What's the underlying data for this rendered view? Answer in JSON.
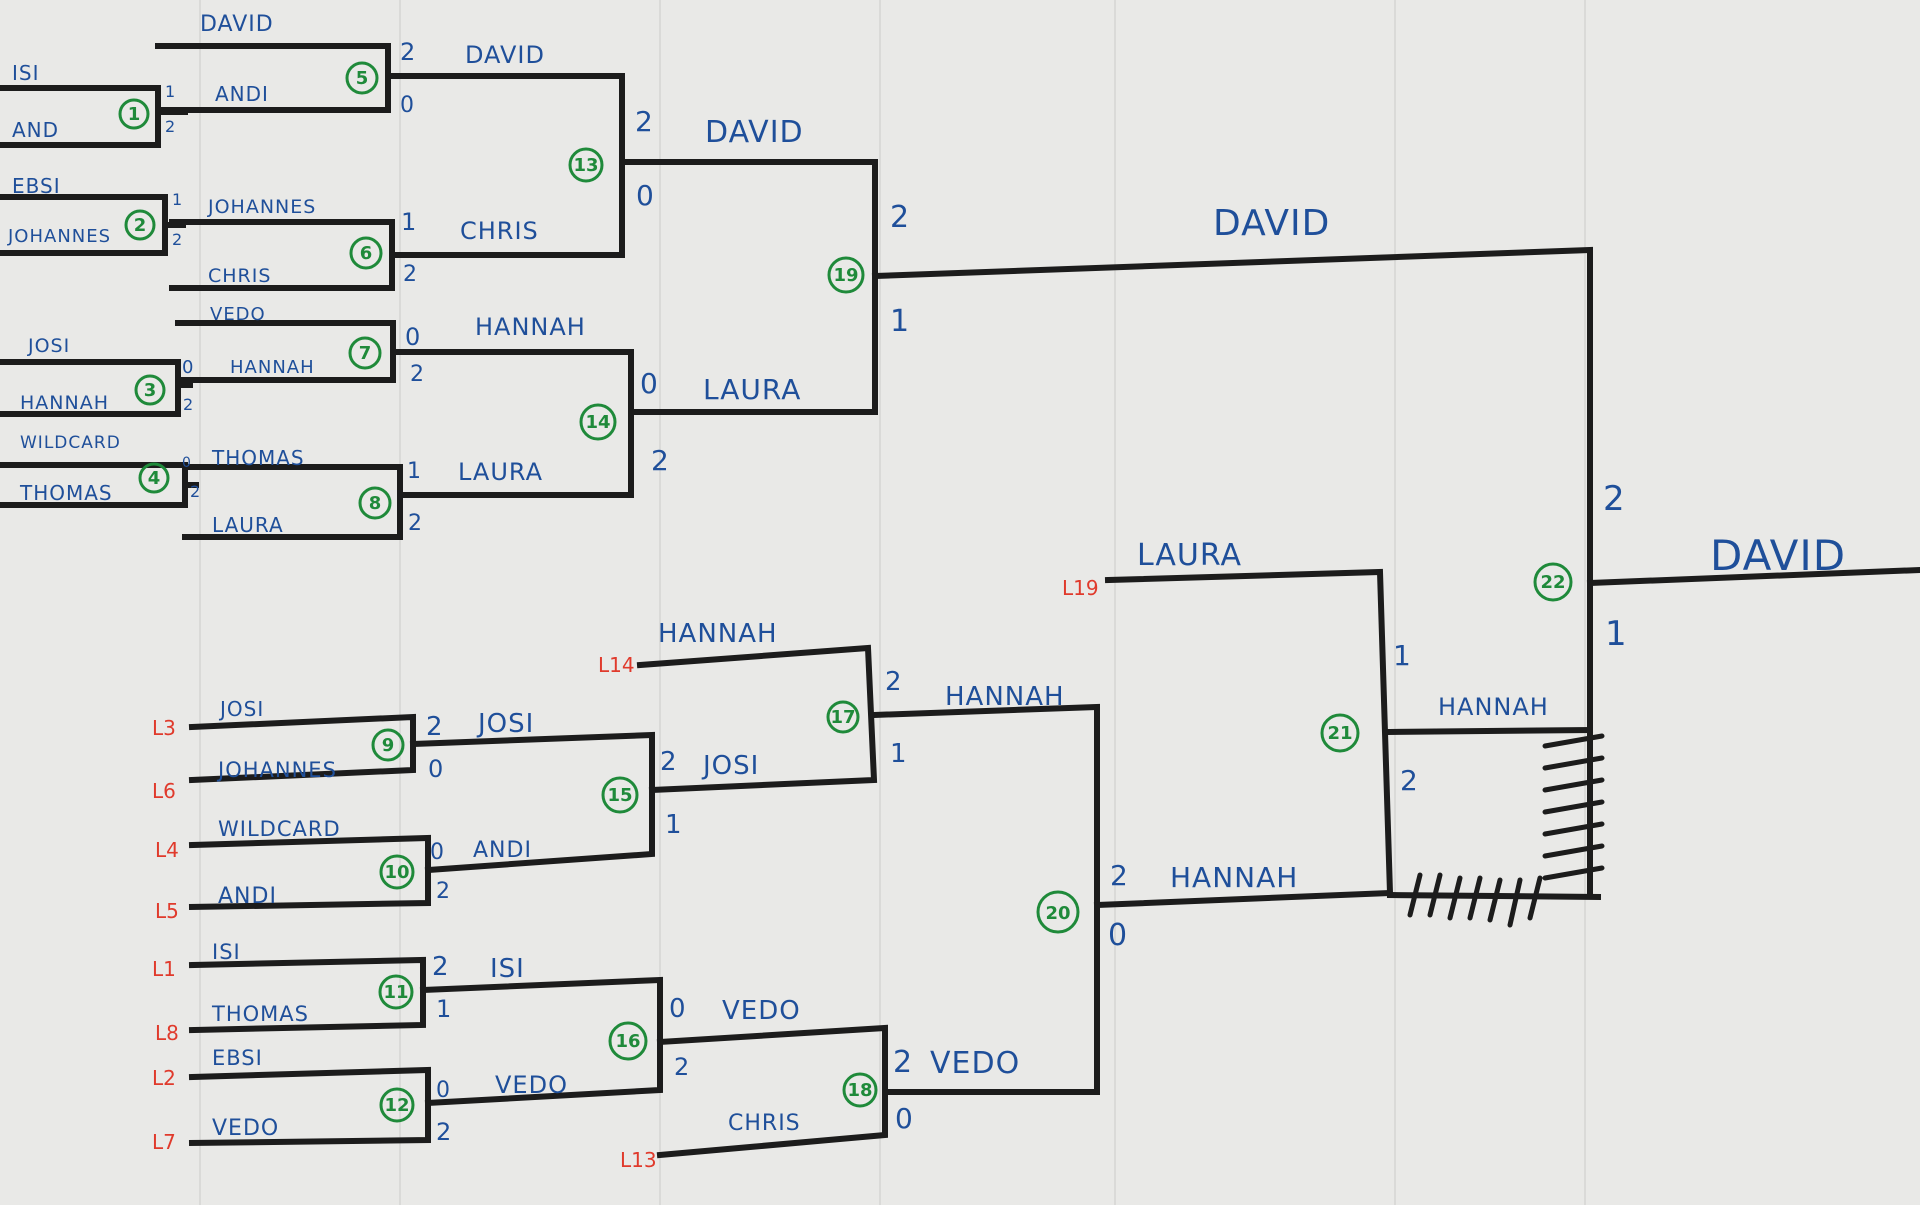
{
  "colors": {
    "line": "#1c1c1c",
    "names": "#1f4f9a",
    "match_numbers": "#1f8a3a",
    "loser_refs": "#e03a2c",
    "paper": "#e9e9e7"
  },
  "names": [
    {
      "text": "DAVID"
    },
    {
      "text": "ISI"
    },
    {
      "text": "ANDI"
    },
    {
      "text": "AND"
    },
    {
      "text": "DAVID"
    },
    {
      "text": "EBSI"
    },
    {
      "text": "JOHANNES"
    },
    {
      "text": "JOHANNES"
    },
    {
      "text": "CHRIS"
    },
    {
      "text": "CHRIS"
    },
    {
      "text": "VEDO"
    },
    {
      "text": "JOSI"
    },
    {
      "text": "HANNAH"
    },
    {
      "text": "HANNAH"
    },
    {
      "text": "HANNAH"
    },
    {
      "text": "WILDCARD"
    },
    {
      "text": "THOMAS"
    },
    {
      "text": "THOMAS"
    },
    {
      "text": "LAURA"
    },
    {
      "text": "LAURA"
    },
    {
      "text": "DAVID"
    },
    {
      "text": "LAURA"
    },
    {
      "text": "DAVID"
    },
    {
      "text": "DAVID"
    },
    {
      "text": "HANNAH"
    },
    {
      "text": "JOSI"
    },
    {
      "text": "JOSI"
    },
    {
      "text": "JOHANNES"
    },
    {
      "text": "JOSI"
    },
    {
      "text": "HANNAH"
    },
    {
      "text": "WILDCARD"
    },
    {
      "text": "ANDI"
    },
    {
      "text": "ANDI"
    },
    {
      "text": "ISI"
    },
    {
      "text": "ISI"
    },
    {
      "text": "THOMAS"
    },
    {
      "text": "EBSI"
    },
    {
      "text": "VEDO"
    },
    {
      "text": "VEDO"
    },
    {
      "text": "VEDO"
    },
    {
      "text": "VEDO"
    },
    {
      "text": "CHRIS"
    },
    {
      "text": "LAURA"
    },
    {
      "text": "HANNAH"
    },
    {
      "text": "HANNAH"
    }
  ],
  "scores": [
    {
      "text": "2"
    },
    {
      "text": "0"
    },
    {
      "text": "1"
    },
    {
      "text": "2"
    },
    {
      "text": "1"
    },
    {
      "text": "2"
    },
    {
      "text": "1"
    },
    {
      "text": "2"
    },
    {
      "text": "0"
    },
    {
      "text": "2"
    },
    {
      "text": "0"
    },
    {
      "text": "2"
    },
    {
      "text": "0"
    },
    {
      "text": "2"
    },
    {
      "text": "1"
    },
    {
      "text": "2"
    },
    {
      "text": "2"
    },
    {
      "text": "0"
    },
    {
      "text": "0"
    },
    {
      "text": "2"
    },
    {
      "text": "2"
    },
    {
      "text": "1"
    },
    {
      "text": "2"
    },
    {
      "text": "1"
    },
    {
      "text": "2"
    },
    {
      "text": "0"
    },
    {
      "text": "2"
    },
    {
      "text": "1"
    },
    {
      "text": "2"
    },
    {
      "text": "1"
    },
    {
      "text": "0"
    },
    {
      "text": "2"
    },
    {
      "text": "2"
    },
    {
      "text": "1"
    },
    {
      "text": "0"
    },
    {
      "text": "2"
    },
    {
      "text": "0"
    },
    {
      "text": "2"
    },
    {
      "text": "2"
    },
    {
      "text": "0"
    },
    {
      "text": "1"
    },
    {
      "text": "2"
    },
    {
      "text": "2"
    },
    {
      "text": "0"
    }
  ],
  "loser_refs": [
    {
      "text": "L3"
    },
    {
      "text": "L6"
    },
    {
      "text": "L4"
    },
    {
      "text": "L5"
    },
    {
      "text": "L1"
    },
    {
      "text": "L8"
    },
    {
      "text": "L2"
    },
    {
      "text": "L7"
    },
    {
      "text": "L14"
    },
    {
      "text": "L13"
    },
    {
      "text": "L19"
    }
  ],
  "match_numbers": [
    {
      "text": "1"
    },
    {
      "text": "2"
    },
    {
      "text": "3"
    },
    {
      "text": "4"
    },
    {
      "text": "5"
    },
    {
      "text": "6"
    },
    {
      "text": "7"
    },
    {
      "text": "8"
    },
    {
      "text": "9"
    },
    {
      "text": "10"
    },
    {
      "text": "11"
    },
    {
      "text": "12"
    },
    {
      "text": "13"
    },
    {
      "text": "14"
    },
    {
      "text": "15"
    },
    {
      "text": "16"
    },
    {
      "text": "17"
    },
    {
      "text": "18"
    },
    {
      "text": "19"
    },
    {
      "text": "20"
    },
    {
      "text": "21"
    },
    {
      "text": "22"
    }
  ]
}
